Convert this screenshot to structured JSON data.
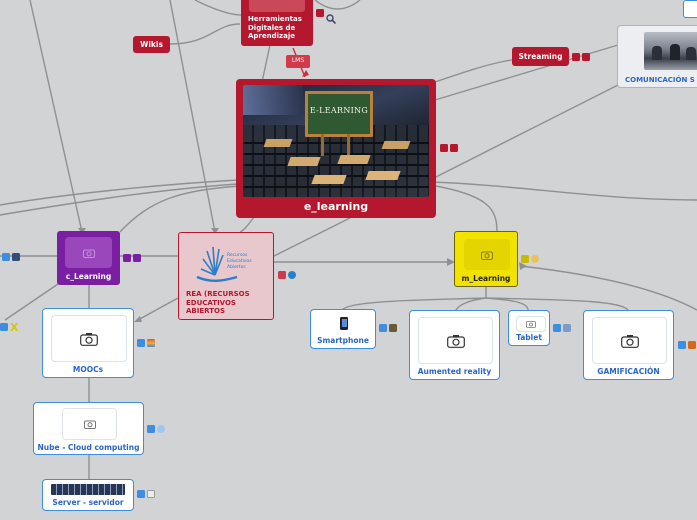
{
  "nodes": {
    "herramientas": {
      "label": "Herramientas Digitales de Aprendizaje"
    },
    "wikis": {
      "label": "Wikis"
    },
    "lms": {
      "label": "LMS"
    },
    "streaming": {
      "label": "Streaming"
    },
    "comunicacion": {
      "label": "COMUNICACIÓN S"
    },
    "elearning": {
      "label": "e_learning",
      "board_text": "E-LEARNING"
    },
    "clearning": {
      "label": "c_Learning"
    },
    "rea": {
      "label": "REA (RECURSOS EDUCATIVOS ABIERTOS",
      "logo_text": "Recursos Educativos Abiertos"
    },
    "mlearning": {
      "label": "m_Learning"
    },
    "smartphone": {
      "label": "Smartphone"
    },
    "aumented": {
      "label": "Aumented reality"
    },
    "tablet": {
      "label": "Tablet"
    },
    "gamificacion": {
      "label": "GAMIFICACIÓN"
    },
    "moocs": {
      "label": "MOOCs"
    },
    "nube": {
      "label": "Nube - Cloud computing"
    },
    "server": {
      "label": "Server - servidor"
    }
  },
  "colors": {
    "background": "#d2d3d5",
    "red": "#b5172e",
    "purple": "#7b1fa2",
    "yellow": "#f2e200",
    "blue": "#3d8de0",
    "rea_fill": "#e8c8cd"
  }
}
